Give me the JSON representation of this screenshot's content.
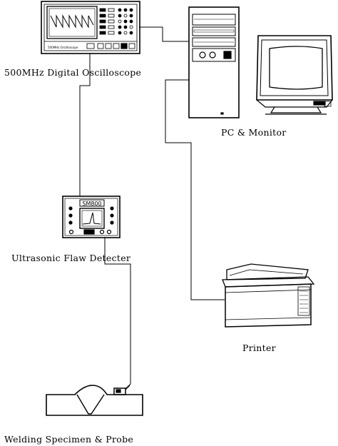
{
  "labels": {
    "oscilloscope": "500MHz Digital Oscilloscope",
    "pc": "PC & Monitor",
    "detector": "Ultrasonic Flaw Detecter",
    "printer": "Printer",
    "specimen": "Welding Specimen & Probe"
  },
  "screen_text": {
    "oscilloscope_brand": "500MHz Oscilloscope",
    "detector_model": "SM800"
  },
  "colors": {
    "line": "#000000",
    "background": "#ffffff"
  },
  "icons": {
    "oscilloscope": "oscilloscope-icon",
    "pc": "pc-tower-icon",
    "monitor": "crt-monitor-icon",
    "detector": "flaw-detector-icon",
    "printer": "printer-icon",
    "specimen": "weld-specimen-icon",
    "probe": "ultrasonic-probe-icon"
  }
}
